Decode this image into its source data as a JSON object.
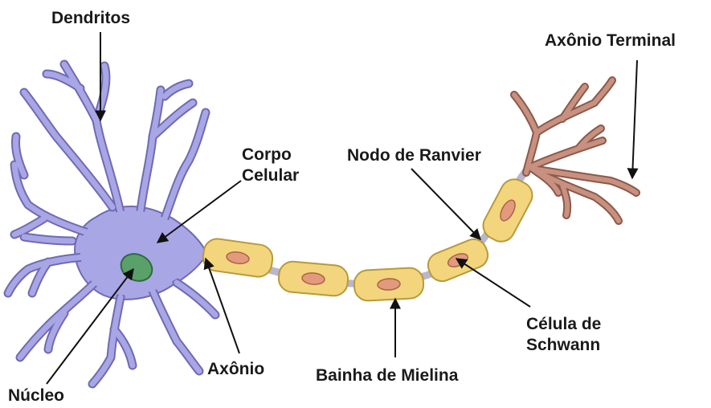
{
  "labels": {
    "dendritos": "Dendritos",
    "axonio_terminal": "Axônio Terminal",
    "corpo": "Corpo",
    "celular": "Celular",
    "nodo_ranvier": "Nodo de Ranvier",
    "celula_de": "Célula de",
    "schwann": "Schwann",
    "bainha_mielina": "Bainha de Mielina",
    "axonio": "Axônio",
    "nucleo": "Núcleo"
  },
  "colors": {
    "cell_body": "#a9a6e6",
    "cell_outline": "#6f6ab3",
    "nucleus": "#5aa06a",
    "myelin": "#f2d57c",
    "myelin_outline": "#b89a3a",
    "schwann_nucleus": "#e39a7c",
    "axon": "#c2c0d6",
    "terminal": "#c89080",
    "terminal_outline": "#8a5a4a",
    "text": "#1a1a1a"
  }
}
